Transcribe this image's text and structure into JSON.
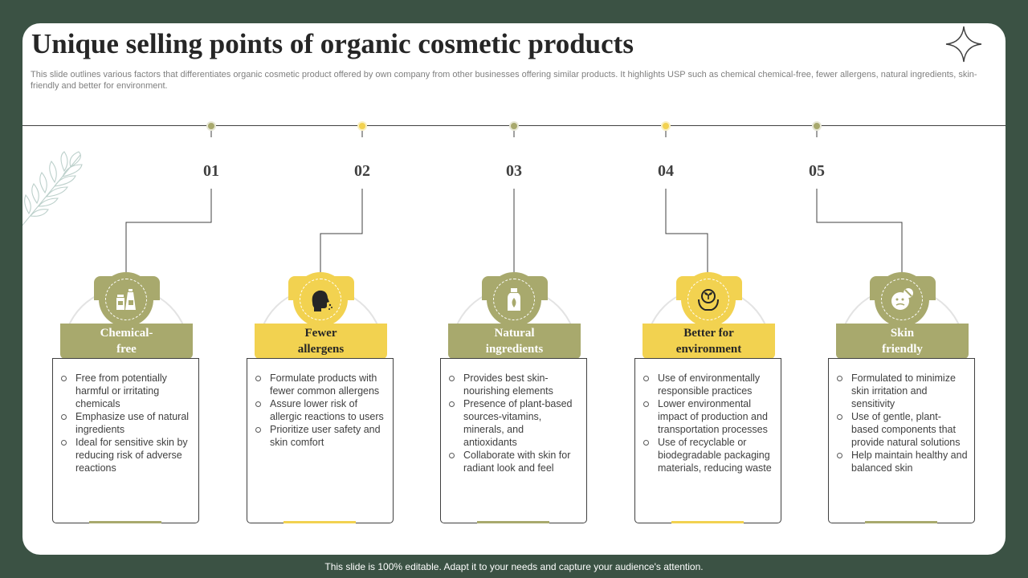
{
  "slide": {
    "title": "Unique selling points of organic cosmetic products",
    "subtitle": "This slide outlines various factors that differentiates organic cosmetic product offered by own company from other businesses offering similar products. It highlights USP such as chemical chemical-free, fewer allergens, natural ingredients, skin-friendly and better for environment.",
    "footer": "This slide is 100% editable. Adapt it to your needs and capture your audience's attention."
  },
  "colors": {
    "background": "#3b5244",
    "olive": "#a8a96d",
    "yellow": "#f2d250",
    "text": "#404040"
  },
  "items": [
    {
      "number": "01",
      "title_line1": "Chemical-",
      "title_line2": "free",
      "color": "olive",
      "icon": "chemical-bottles-icon",
      "bullets": [
        "Free from potentially harmful or irritating chemicals",
        "Emphasize use of natural ingredients",
        "Ideal for sensitive skin by reducing risk of adverse reactions"
      ]
    },
    {
      "number": "02",
      "title_line1": "Fewer",
      "title_line2": "allergens",
      "color": "yellow",
      "icon": "sneezing-face-icon",
      "bullets": [
        "Formulate products with fewer common allergens",
        "Assure lower risk of allergic reactions to users",
        "Prioritize user safety and skin comfort"
      ]
    },
    {
      "number": "03",
      "title_line1": "Natural",
      "title_line2": "ingredients",
      "color": "olive",
      "icon": "natural-bottle-icon",
      "bullets": [
        "Provides best skin-nourishing elements",
        "Presence of plant-based sources-vitamins, minerals, and antioxidants",
        "Collaborate with skin for radiant look and feel"
      ]
    },
    {
      "number": "04",
      "title_line1": "Better for",
      "title_line2": "environment",
      "color": "yellow",
      "icon": "hands-plant-icon",
      "bullets": [
        "Use of environmentally responsible practices",
        "Lower environmental impact of production and transportation processes",
        "Use of recyclable or biodegradable packaging materials, reducing waste"
      ]
    },
    {
      "number": "05",
      "title_line1": "Skin",
      "title_line2": "friendly",
      "color": "olive",
      "icon": "no-irritation-face-icon",
      "bullets": [
        "Formulated to minimize skin irritation and sensitivity",
        "Use of gentle, plant-based components that provide natural solutions",
        "Help maintain healthy and balanced skin"
      ]
    }
  ]
}
